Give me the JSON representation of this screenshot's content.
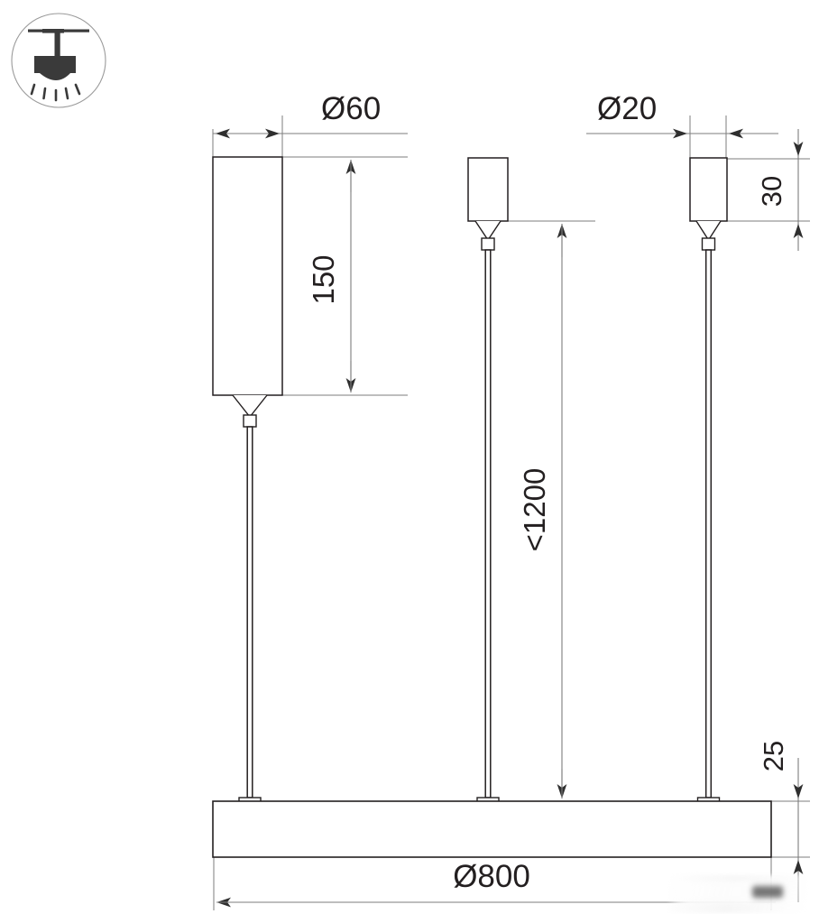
{
  "drawing": {
    "title": "Pendant luminaire dimensional drawing",
    "line_color": "#58595b",
    "outline_color": "#231f20",
    "text_color": "#231f20",
    "background": "#ffffff"
  },
  "icon": {
    "name": "ceiling-mounted-downlight-icon",
    "description": "Surface ceiling mounted luminaire emitting light"
  },
  "dimensions": {
    "canopy_diameter": "Ø60",
    "rod_diameter": "Ø20",
    "canopy_height": "150",
    "small_canopy_height": "30",
    "suspension_length": "<1200",
    "fixture_thickness": "25",
    "fixture_diameter": "Ø800"
  },
  "labels": [
    {
      "id": "dia-60",
      "text": "Ø60",
      "rotated": false
    },
    {
      "id": "dia-20",
      "text": "Ø20",
      "rotated": false
    },
    {
      "id": "h-150",
      "text": "150",
      "rotated": true
    },
    {
      "id": "h-30",
      "text": "30",
      "rotated": true
    },
    {
      "id": "susp-1200",
      "text": "<1200",
      "rotated": true
    },
    {
      "id": "t-25",
      "text": "25",
      "rotated": true
    },
    {
      "id": "dia-800",
      "text": "Ø800",
      "rotated": false
    }
  ],
  "parts": {
    "left_canopy": "large cylindrical canopy 60 x 150",
    "center_canopy": "small cylindrical canopy 20 x 30",
    "right_canopy": "small cylindrical canopy 20 x 30",
    "fixture_body": "round luminaire body Ø800 x 25",
    "suspension_rods": 3
  }
}
